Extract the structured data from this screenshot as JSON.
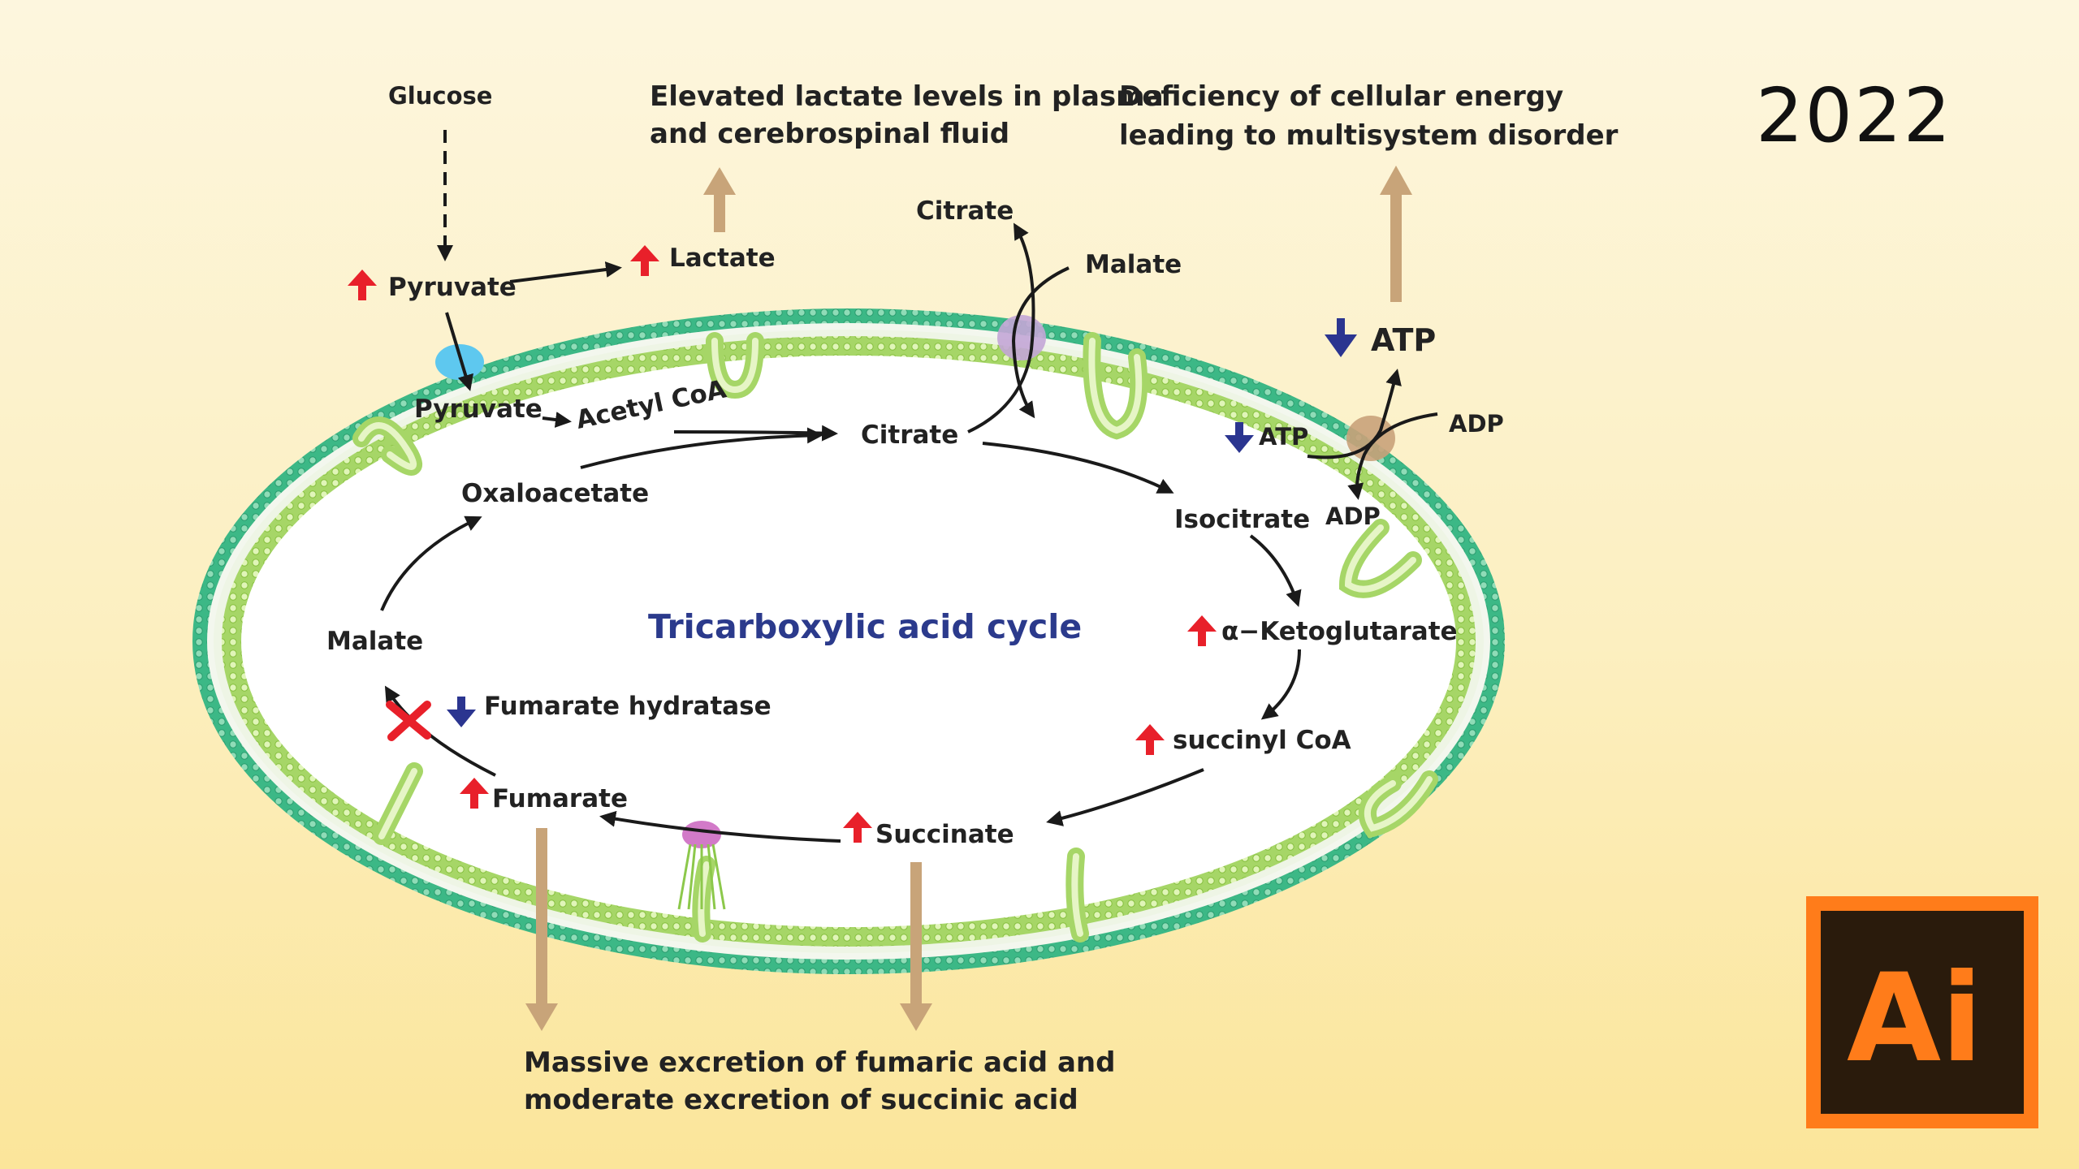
{
  "year": "2022",
  "logo": {
    "text": "Ai",
    "icon": "adobe-illustrator-logo",
    "colors": {
      "outer": "#ff7c1a",
      "inner": "#2a1b0c",
      "letters": "#ff7c1a"
    }
  },
  "diagram": {
    "cycle_title": "Tricarboxylic acid cycle",
    "outside": {
      "glucose": "Glucose",
      "pyruvate": "Pyruvate",
      "lactate": "Lactate",
      "citrate": "Citrate",
      "malate": "Malate",
      "atp": "ATP",
      "adp": "ADP"
    },
    "inside": {
      "pyruvate": "Pyruvate",
      "acetyl_coa": "Acetyl CoA",
      "citrate": "Citrate",
      "oxaloacetate": "Oxaloacetate",
      "isocitrate": "Isocitrate",
      "alpha_ketoglutarate": "α−Ketoglutarate",
      "succinyl_coa": "succinyl CoA",
      "succinate": "Succinate",
      "fumarate": "Fumarate",
      "malate": "Malate",
      "fumarate_hydratase": "Fumarate hydratase",
      "atp": "ATP",
      "adp": "ADP"
    },
    "outcomes": {
      "lactate_line1": "Elevated lactate levels in plasma",
      "lactate_line2": "and cerebrospinal fluid",
      "energy_line1": "Deficiency of cellular energy",
      "energy_line2": "leading to multisystem disorder",
      "excretion_line1": "Massive excretion of fumaric acid and",
      "excretion_line2": "moderate excretion of succinic acid"
    },
    "indicator_colors": {
      "increase": "#e8202a",
      "decrease": "#2b3590",
      "block": "#e8202a",
      "outcome_arrow": "#c8a479"
    },
    "membrane_colors": {
      "outer": "#3cb886",
      "inner": "#9ed15c",
      "transporter_pyruvate": "#5ec8ef",
      "transporter_citrate": "#c3a6d6",
      "atp_synthase": "#c9a27a",
      "succinate_dh": "#d27ac8"
    }
  }
}
